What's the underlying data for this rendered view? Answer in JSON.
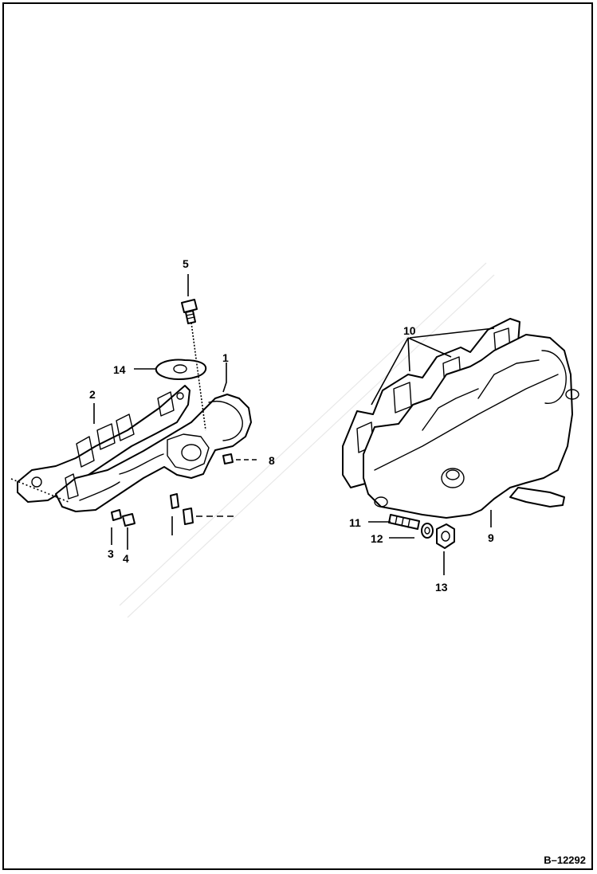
{
  "figure": {
    "reference_code": "B–12292",
    "callouts": {
      "c1": "1",
      "c2": "2",
      "c3": "3",
      "c4": "4",
      "c5": "5",
      "c8": "8",
      "c9": "9",
      "c10": "10",
      "c11": "11",
      "c12": "12",
      "c13": "13",
      "c14": "14"
    }
  }
}
